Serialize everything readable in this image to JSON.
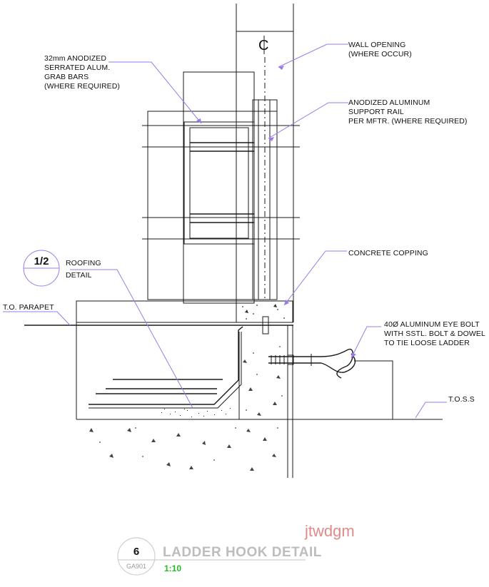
{
  "notes": {
    "wall_opening": [
      "WALL OPENING",
      "(WHERE OCCUR)"
    ],
    "grab_bars": [
      "32mm ANODIZED",
      "SERRATED ALUM.",
      "GRAB BARS",
      "(WHERE REQUIRED)"
    ],
    "support_rail": [
      "ANODIZED ALUMINUM",
      "SUPPORT RAIL",
      "PER MFTR. (WHERE REQUIRED)"
    ],
    "roofing_detail": [
      "ROOFING",
      "DETAIL"
    ],
    "concrete_copping": "CONCRETE COPPING",
    "to_parapet": "T.O. PARAPET",
    "eye_bolt": [
      "40Ø ALUMINUM EYE BOLT",
      "WITH SSTL. BOLT & DOWEL",
      "TO TIE LOOSE LADDER"
    ],
    "toss": "T.O.S.S",
    "centerline": "CL"
  },
  "roofing_bubble": {
    "number": "1/2"
  },
  "title_block": {
    "detail_number": "6",
    "sheet": "GA901",
    "title": "LADDER HOOK DETAIL",
    "scale": "1:10"
  },
  "watermark": "jtwdgm",
  "colors": {
    "leader": "#9b7be8",
    "scale": "#22bb22",
    "title": "#bdbdbd",
    "watermark": "#e28a8a"
  }
}
